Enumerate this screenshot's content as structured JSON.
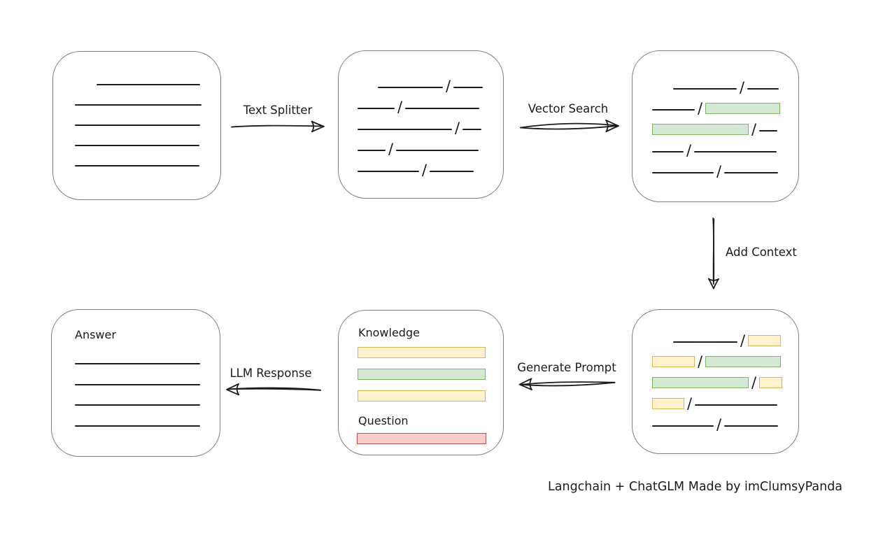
{
  "page": {
    "caption": "Langchain + ChatGLM Made by imClumsyPanda"
  },
  "colors": {
    "line": "#1b1b1b",
    "box_border": "#7f7f7f",
    "green_fill": "#d5e8d4",
    "green_stroke": "#82b366",
    "yellow_fill": "#fff2cc",
    "yellow_stroke": "#d6b656",
    "red_fill": "#f8cecc",
    "red_stroke": "#b85450"
  },
  "labels": {
    "text_splitter": "Text Splitter",
    "vector_search": "Vector Search",
    "add_context": "Add Context",
    "generate_prompt": "Generate Prompt",
    "llm_response": "LLM Response"
  },
  "nodes": {
    "source_document": {
      "lines": [
        {
          "ind": 31,
          "w": 148
        },
        {
          "w": 181
        },
        {
          "w": 179
        },
        {
          "w": 178
        },
        {
          "w": 178
        }
      ]
    },
    "split_chunks": {
      "rows": [
        [
          {
            "t": "line",
            "ind": 29,
            "w": 93
          },
          {
            "t": "slash"
          },
          {
            "t": "line",
            "w": 42
          }
        ],
        [
          {
            "t": "line",
            "w": 53
          },
          {
            "t": "slash"
          },
          {
            "t": "line",
            "w": 106
          }
        ],
        [
          {
            "t": "line",
            "w": 135
          },
          {
            "t": "slash"
          },
          {
            "t": "line",
            "w": 27
          }
        ],
        [
          {
            "t": "line",
            "w": 40
          },
          {
            "t": "slash"
          },
          {
            "t": "line",
            "w": 118
          }
        ],
        [
          {
            "t": "line",
            "w": 88
          },
          {
            "t": "slash"
          },
          {
            "t": "line",
            "w": 63
          }
        ]
      ]
    },
    "matched_chunks": {
      "rows": [
        [
          {
            "t": "line",
            "ind": 30,
            "w": 91
          },
          {
            "t": "slash"
          },
          {
            "t": "line",
            "w": 45
          }
        ],
        [
          {
            "t": "line",
            "w": 61
          },
          {
            "t": "slash"
          },
          {
            "t": "hl",
            "c": "green",
            "w": 107
          }
        ],
        [
          {
            "t": "hl",
            "c": "green",
            "w": 138
          },
          {
            "t": "slash"
          },
          {
            "t": "line",
            "w": 26
          }
        ],
        [
          {
            "t": "line",
            "w": 45
          },
          {
            "t": "slash"
          },
          {
            "t": "line",
            "w": 118
          }
        ],
        [
          {
            "t": "line",
            "w": 88
          },
          {
            "t": "slash"
          },
          {
            "t": "line",
            "w": 77
          }
        ]
      ]
    },
    "context_chunks": {
      "rows": [
        [
          {
            "t": "line",
            "ind": 30,
            "w": 92
          },
          {
            "t": "slash"
          },
          {
            "t": "hl",
            "c": "yellow",
            "w": 47
          }
        ],
        [
          {
            "t": "hl",
            "c": "yellow",
            "w": 61
          },
          {
            "t": "slash"
          },
          {
            "t": "hl",
            "c": "green",
            "w": 108
          }
        ],
        [
          {
            "t": "hl",
            "c": "green",
            "w": 138
          },
          {
            "t": "slash"
          },
          {
            "t": "hl",
            "c": "yellow",
            "w": 33
          }
        ],
        [
          {
            "t": "hl",
            "c": "yellow",
            "w": 46
          },
          {
            "t": "slash"
          },
          {
            "t": "line",
            "w": 118
          }
        ],
        [
          {
            "t": "line",
            "w": 88
          },
          {
            "t": "slash"
          },
          {
            "t": "line",
            "w": 77
          }
        ]
      ]
    },
    "prompt": {
      "knowledge_label": "Knowledge",
      "question_label": "Question",
      "knowledge_bars": [
        {
          "c": "yellow",
          "w": 183
        },
        {
          "c": "green",
          "w": 183
        },
        {
          "c": "yellow",
          "w": 183
        }
      ],
      "question_bars": [
        {
          "c": "red",
          "w": 185
        }
      ]
    },
    "answer": {
      "label": "Answer",
      "lines": [
        {
          "w": 179
        },
        {
          "w": 179
        },
        {
          "w": 179
        },
        {
          "w": 179
        }
      ]
    }
  }
}
